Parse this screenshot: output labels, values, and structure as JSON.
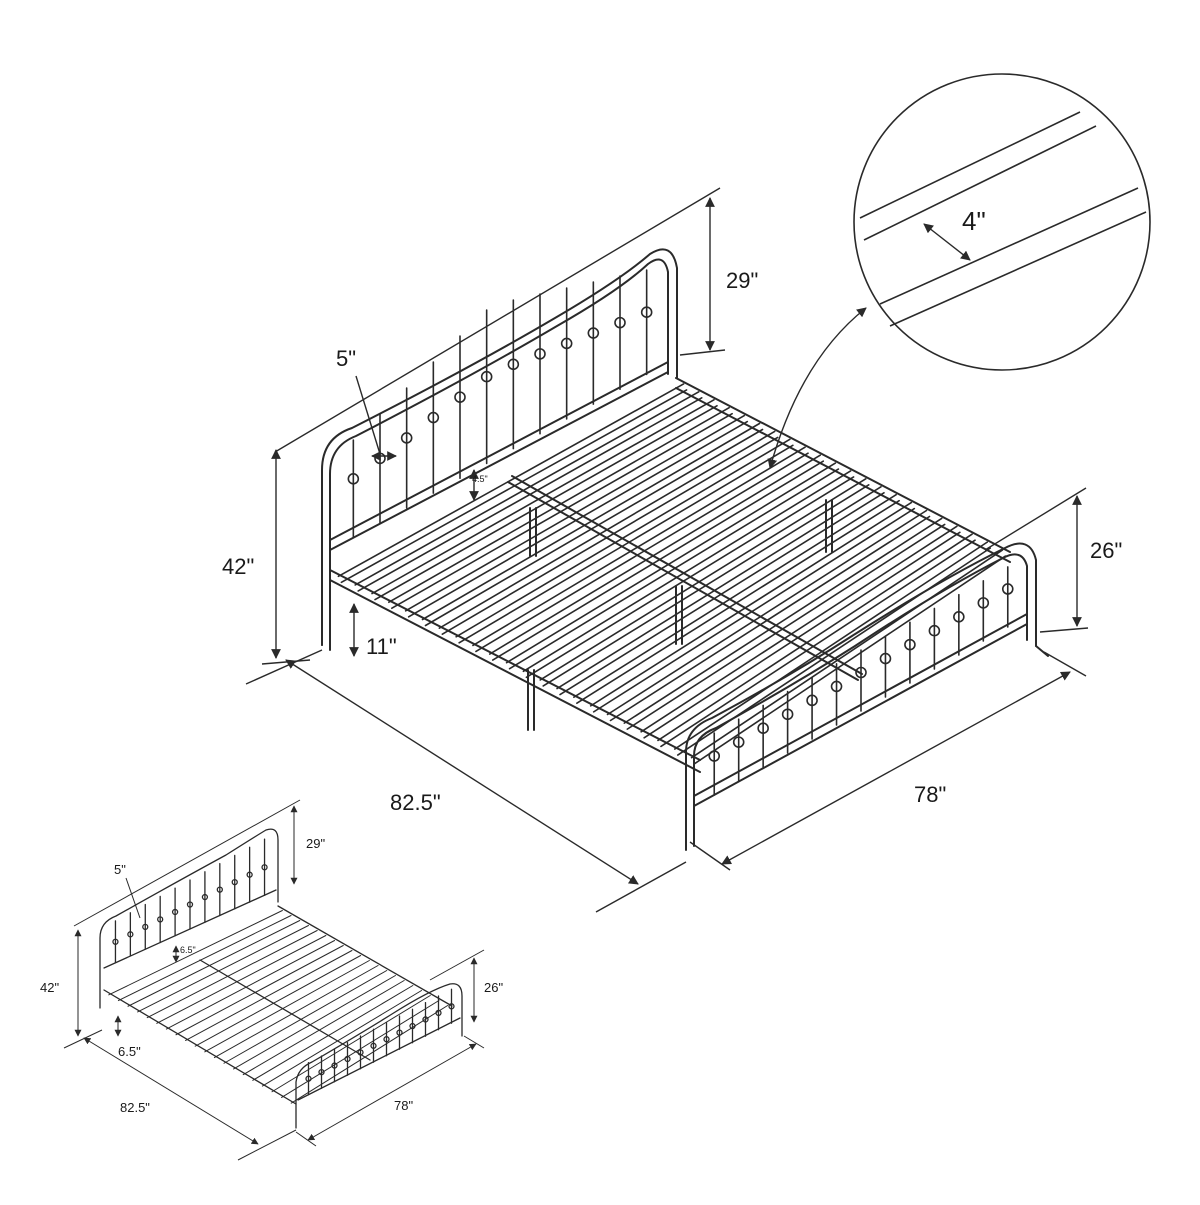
{
  "colors": {
    "line": "#2a2a2a",
    "background": "#ffffff"
  },
  "main": {
    "dims": {
      "headboard": "29\"",
      "spindle": "5\"",
      "slat_gap": "4.5\"",
      "total_height": "42\"",
      "clearance": "11\"",
      "footboard": "26\"",
      "length": "82.5\"",
      "width": "78\""
    },
    "detail": {
      "slat_width": "4\""
    }
  },
  "thumb": {
    "dims": {
      "headboard": "29\"",
      "spindle": "5\"",
      "slat_gap": "6.5\"",
      "total_height": "42\"",
      "clearance": "6.5\"",
      "footboard": "26\"",
      "length": "82.5\"",
      "width": "78\""
    }
  }
}
